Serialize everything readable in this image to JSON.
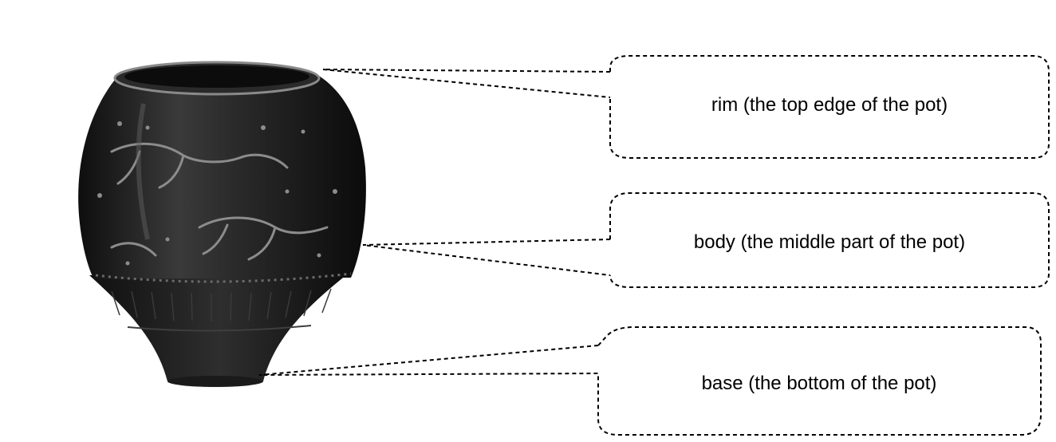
{
  "labels": {
    "rim": "rim (the top edge of the pot)",
    "body": "body (the middle part of the pot)",
    "base": "base (the bottom of the pot)"
  },
  "colors": {
    "background": "#ffffff",
    "pot_dark": "#1c1c1c",
    "pot_highlight": "#6a6a6a",
    "line": "#000000"
  }
}
